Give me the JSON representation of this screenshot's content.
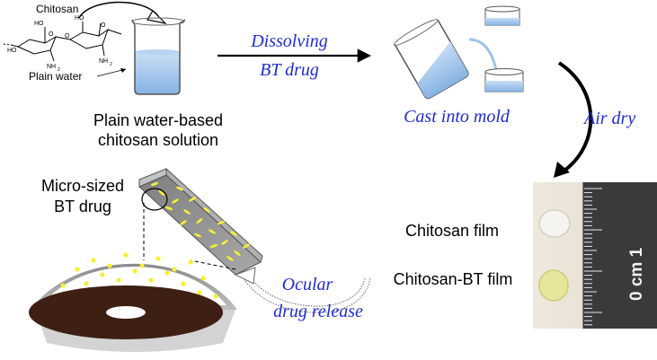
{
  "molecule": {
    "label": "Chitosan",
    "atom_ho1": "HO",
    "atom_ho2": "HO",
    "atom_ho3": "HO",
    "atom_o1": "O",
    "atom_o2": "O",
    "atom_o3": "O",
    "atom_nh2_1": "NH",
    "atom_nh2_2": "NH",
    "sub_2": "2"
  },
  "water_label": "Plain water",
  "beaker_caption": [
    "Plain water-based",
    "chitosan solution"
  ],
  "step_dissolve": [
    "Dissolving",
    "BT drug"
  ],
  "step_cast": "Cast into mold",
  "step_dry": "Air dry",
  "drug_label": [
    "Micro-sized",
    "BT drug"
  ],
  "step_release": [
    "Ocular",
    "drug release"
  ],
  "film_labels": {
    "chitosan": "Chitosan film",
    "chitosan_bt": "Chitosan-BT film"
  },
  "ruler": {
    "unit_text": "0 cm 1"
  },
  "colors": {
    "italic_text": "#1f2bd6",
    "water": "#9ec3e8",
    "drug": "#f5f035",
    "lens_inner": "#3d1f14"
  }
}
